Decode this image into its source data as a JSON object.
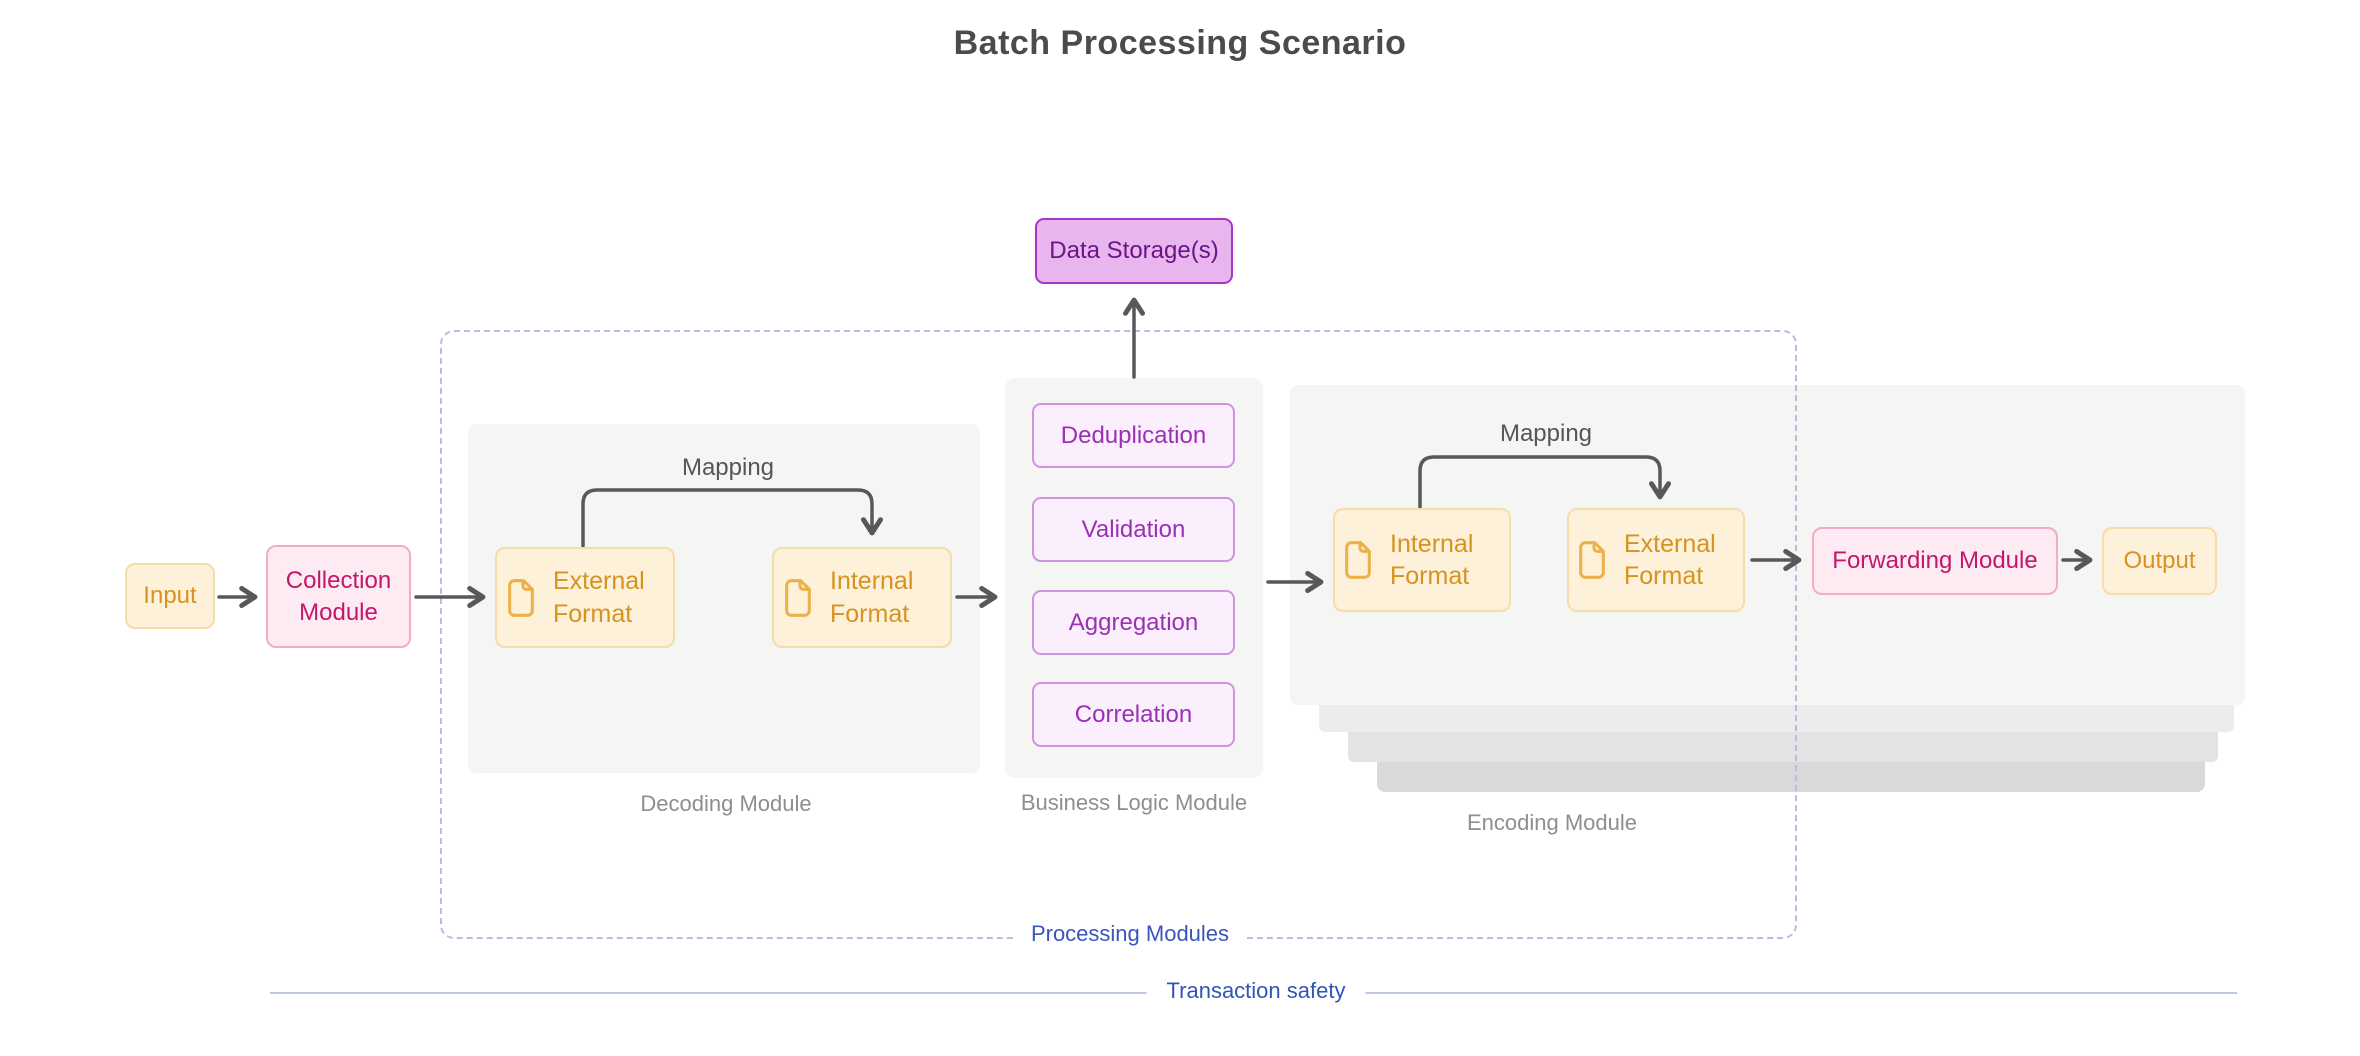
{
  "title": "Batch Processing Scenario",
  "palette": {
    "amber_fill": "#fdf1da",
    "amber_border": "#f2d193",
    "amber_text": "#d8921f",
    "pink_fill": "#fdeaf3",
    "pink_border": "#f3abc7",
    "pink_text": "#c2186b",
    "violet_fill": "#fbeffd",
    "violet_border": "#d092e2",
    "violet_text": "#9a30b5",
    "purple_fill": "#e9b5ee",
    "purple_border": "#a934c9",
    "purple_text": "#6b1486",
    "panel_gray": "#f5f5f4",
    "arrow_gray": "#58585a",
    "label_gray": "#8e8e8e",
    "region_blue": "#3a55bd",
    "dash_blue": "#b7bce4",
    "title_gray": "#4b4b4b"
  },
  "nodes": {
    "input": {
      "label": "Input"
    },
    "collection": {
      "label": "Collection Module"
    },
    "data_storage": {
      "label": "Data Storage(s)"
    },
    "decoding": {
      "label": "Decoding Module",
      "mapping_label": "Mapping",
      "source": {
        "label": "External Format"
      },
      "target": {
        "label": "Internal Format"
      }
    },
    "business_logic": {
      "label": "Business Logic Module",
      "steps": [
        "Deduplication",
        "Validation",
        "Aggregation",
        "Correlation"
      ]
    },
    "encoding": {
      "label": "Encoding Module",
      "mapping_label": "Mapping",
      "source": {
        "label": "Internal Format"
      },
      "target": {
        "label": "External Format"
      }
    },
    "forwarding": {
      "label": "Forwarding Module"
    },
    "output": {
      "label": "Output"
    }
  },
  "regions": {
    "processing_modules": {
      "label": "Processing Modules"
    },
    "transaction_safety": {
      "label": "Transaction safety"
    }
  }
}
